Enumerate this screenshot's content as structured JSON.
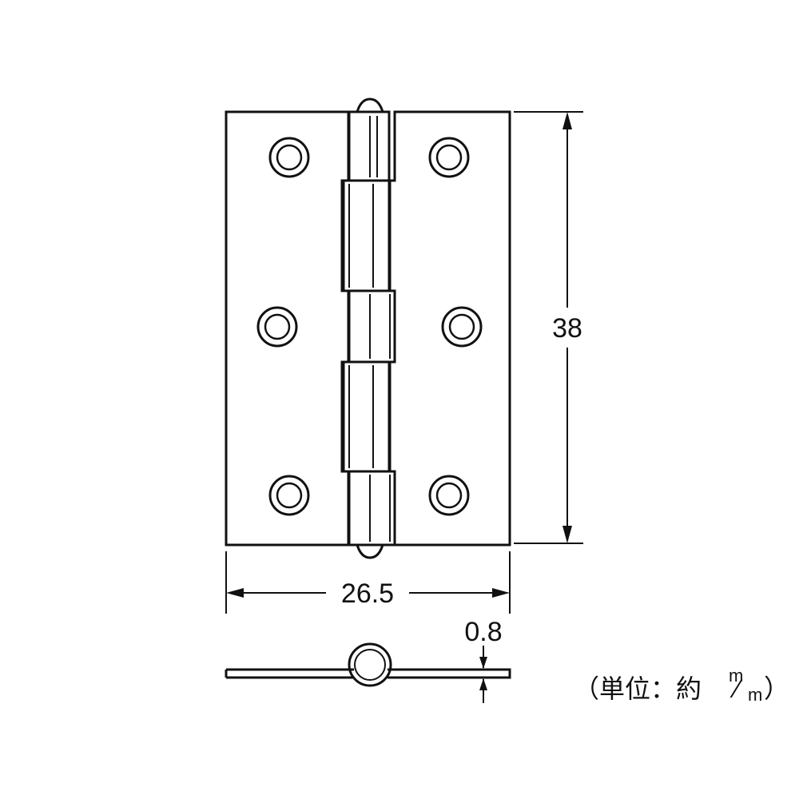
{
  "dimensions": {
    "height": "38",
    "width": "26.5",
    "thickness": "0.8"
  },
  "unit_note": {
    "prefix": "（単位：約",
    "sup": "m",
    "slash": "⁄",
    "sub": "m",
    "suffix": "）"
  }
}
